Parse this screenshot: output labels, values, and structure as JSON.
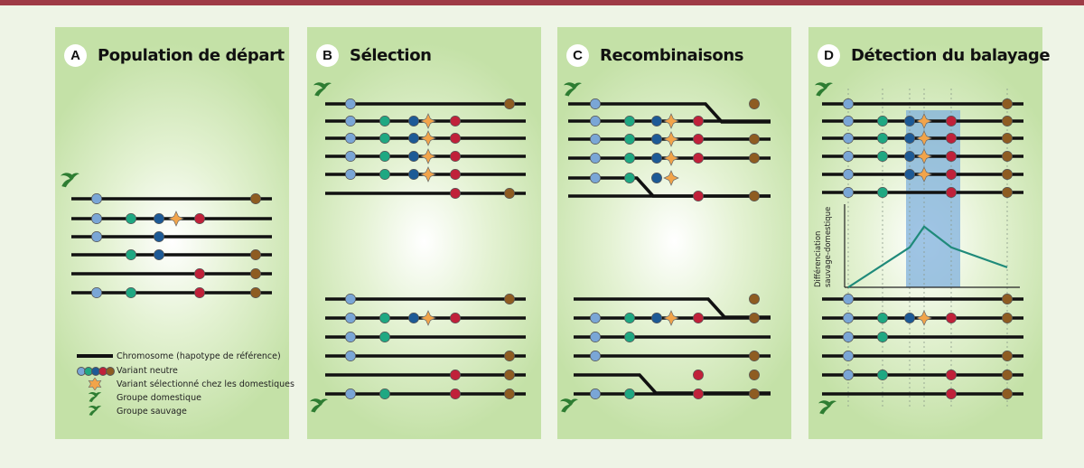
{
  "colors": {
    "top_rule": "#9e3b46",
    "chromosome": "#111111",
    "neutral_variants": [
      "#7aa6d6",
      "#1fa882",
      "#1d5a96",
      "#c0213a",
      "#8e5c22"
    ],
    "selected_variant": "#f2a44a",
    "sweep_highlight": "#7fb0dc",
    "differentiation_curve": "#1f8a7a",
    "group_icon": "#2e7d32"
  },
  "panels": [
    {
      "letter": "A",
      "title": "Population de départ"
    },
    {
      "letter": "B",
      "title": "Sélection"
    },
    {
      "letter": "C",
      "title": "Recombinaisons"
    },
    {
      "letter": "D",
      "title": "Détection du balayage"
    }
  ],
  "legend": {
    "chromosome": "Chromosome (hapotype de référence)",
    "neutral": "Variant neutre",
    "selected": "Variant sélectionné chez les domestiques",
    "domestic": "Groupe domestique",
    "wild": "Groupe sauvage"
  },
  "graph": {
    "ylabel_line1": "Différenciation",
    "ylabel_line2": "sauvage-domestique",
    "curve": [
      0.0,
      0.48,
      0.73,
      0.48,
      0.24
    ]
  },
  "haplotypes": {
    "A": [
      [
        "bl",
        null,
        null,
        null,
        null,
        "br"
      ],
      [
        "bl",
        "tl",
        "nv",
        "star",
        "rd",
        null
      ],
      [
        "bl",
        null,
        "nv",
        null,
        null,
        null
      ],
      [
        null,
        "tl",
        "nv",
        null,
        null,
        "br"
      ],
      [
        null,
        null,
        null,
        null,
        "rd",
        "br"
      ],
      [
        "bl",
        "tl",
        null,
        null,
        "rd",
        "br"
      ]
    ],
    "B_domestic": [
      [
        "bl",
        null,
        null,
        null,
        null,
        "br"
      ],
      [
        "bl",
        "tl",
        "nv",
        "star",
        "rd",
        null
      ],
      [
        "bl",
        "tl",
        "nv",
        "star",
        "rd",
        null
      ],
      [
        "bl",
        "tl",
        "nv",
        "star",
        "rd",
        null
      ],
      [
        "bl",
        "tl",
        "nv",
        "star",
        "rd",
        null
      ],
      [
        null,
        null,
        null,
        null,
        "rd",
        "br"
      ]
    ],
    "B_wild": [
      [
        "bl",
        null,
        null,
        null,
        null,
        "br"
      ],
      [
        "bl",
        "tl",
        "nv",
        "star",
        "rd",
        null
      ],
      [
        "bl",
        "tl",
        null,
        null,
        null,
        null
      ],
      [
        "bl",
        null,
        null,
        null,
        null,
        "br"
      ],
      [
        null,
        null,
        null,
        null,
        "rd",
        "br"
      ],
      [
        "bl",
        "tl",
        null,
        null,
        "rd",
        "br"
      ]
    ],
    "C_domestic": [
      [
        "bl",
        null,
        null,
        null,
        null,
        "br"
      ],
      [
        "bl",
        "tl",
        "nv",
        "star",
        "rd",
        null
      ],
      [
        "bl",
        "tl",
        "nv",
        "star",
        "rd",
        "br"
      ],
      [
        "bl",
        "tl",
        "nv",
        "star",
        "rd",
        "br"
      ],
      [
        "bl",
        "tl",
        "nv",
        "star",
        null,
        null
      ],
      [
        null,
        null,
        null,
        null,
        "rd",
        "br"
      ]
    ],
    "C_wild": [
      [
        null,
        null,
        null,
        null,
        null,
        "br"
      ],
      [
        "bl",
        "tl",
        "nv",
        "star",
        "rd",
        "br"
      ],
      [
        "bl",
        "tl",
        null,
        null,
        null,
        null
      ],
      [
        "bl",
        null,
        null,
        null,
        null,
        "br"
      ],
      [
        null,
        null,
        null,
        null,
        "rd",
        "br"
      ],
      [
        "bl",
        "tl",
        null,
        null,
        "rd",
        "br"
      ]
    ],
    "D_domestic": [
      [
        "bl",
        null,
        null,
        null,
        null,
        "br"
      ],
      [
        "bl",
        "tl",
        "nv",
        "star",
        "rd",
        "br"
      ],
      [
        "bl",
        "tl",
        "nv",
        "star",
        "rd",
        "br"
      ],
      [
        "bl",
        "tl",
        "nv",
        "star",
        "rd",
        "br"
      ],
      [
        "bl",
        null,
        "nv",
        "star",
        "rd",
        "br"
      ],
      [
        "bl",
        "tl",
        null,
        null,
        "rd",
        "br"
      ]
    ],
    "D_wild": [
      [
        "bl",
        null,
        null,
        null,
        null,
        "br"
      ],
      [
        "bl",
        "tl",
        "nv",
        "star",
        "rd",
        "br"
      ],
      [
        "bl",
        "tl",
        null,
        null,
        null,
        null
      ],
      [
        "bl",
        null,
        null,
        null,
        null,
        "br"
      ],
      [
        "bl",
        "tl",
        null,
        null,
        "rd",
        "br"
      ],
      [
        null,
        null,
        null,
        null,
        "rd",
        "br"
      ]
    ]
  }
}
